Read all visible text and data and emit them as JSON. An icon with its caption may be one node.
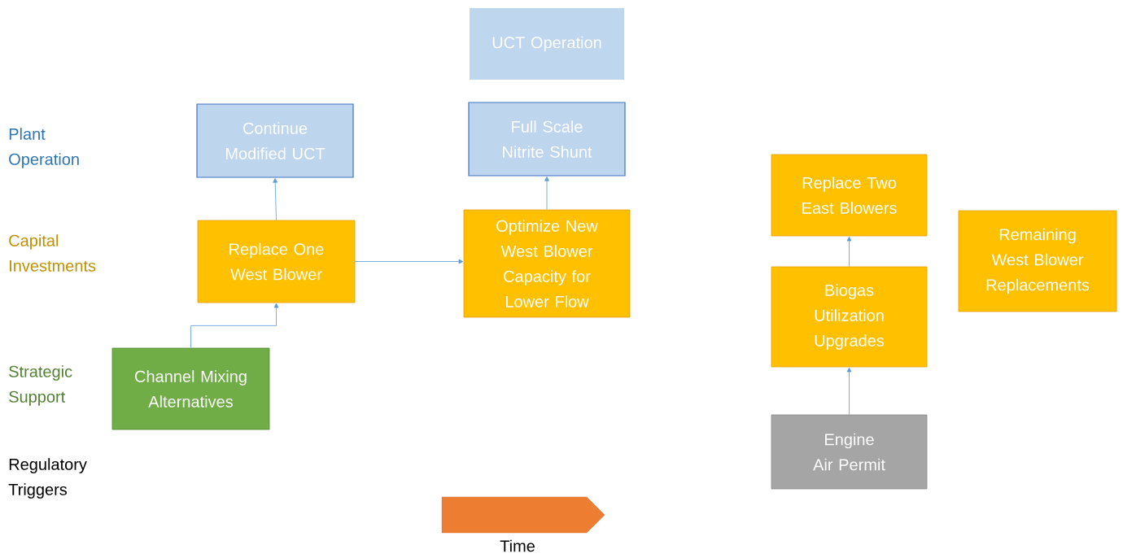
{
  "diagram": {
    "nodes": [
      {
        "text": [
          "UCT Operation"
        ]
      },
      {
        "text": [
          "Continue Modified UCT"
        ]
      },
      {
        "text": [
          "Full Scale Nitrite Shunt"
        ]
      },
      {
        "text": [
          "Replace One West Blower"
        ]
      },
      {
        "text": [
          "Optimize New West Blower Capacity for Lower Flow"
        ]
      },
      {
        "text": [
          "Channel Mixing Alternatives"
        ]
      },
      {
        "text": [
          "Replace Two East Blowers"
        ]
      },
      {
        "text": [
          "Biogas Utilization Upgrades"
        ]
      },
      {
        "text": [
          "Remaining West Blower Replacements"
        ]
      },
      {
        "text": [
          "Engine Air Permit"
        ]
      }
    ],
    "edges": [
      {
        "from": 3,
        "to": 1,
        "arrow": "to"
      },
      {
        "from": 4,
        "to": 2,
        "arrow": "to"
      },
      {
        "from": 3,
        "to": 4,
        "arrow": "to"
      },
      {
        "from": 5,
        "to": 3,
        "arrow": "to"
      },
      {
        "from": 7,
        "to": 6,
        "arrow": "to"
      },
      {
        "from": 9,
        "to": 7,
        "arrow": "to"
      }
    ],
    "labels": [
      "Plant Operation",
      "Capital Investments",
      "Strategic Support",
      "Regulatory Triggers",
      "Time"
    ]
  }
}
